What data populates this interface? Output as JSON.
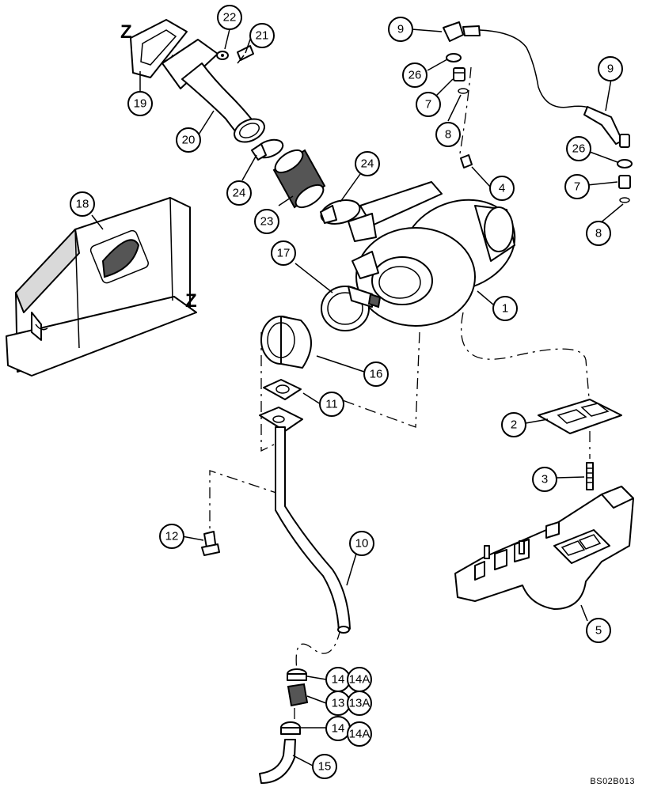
{
  "drawing_code": "BS02B013",
  "section_markers": [
    "Z",
    "Z"
  ],
  "callouts": [
    {
      "label": "1"
    },
    {
      "label": "2"
    },
    {
      "label": "3"
    },
    {
      "label": "4"
    },
    {
      "label": "5"
    },
    {
      "label": "7"
    },
    {
      "label": "7"
    },
    {
      "label": "8"
    },
    {
      "label": "8"
    },
    {
      "label": "9"
    },
    {
      "label": "9"
    },
    {
      "label": "10"
    },
    {
      "label": "11"
    },
    {
      "label": "12"
    },
    {
      "label": "13"
    },
    {
      "label": "13A"
    },
    {
      "label": "14"
    },
    {
      "label": "14A"
    },
    {
      "label": "14"
    },
    {
      "label": "14A"
    },
    {
      "label": "15"
    },
    {
      "label": "16"
    },
    {
      "label": "17"
    },
    {
      "label": "18"
    },
    {
      "label": "19"
    },
    {
      "label": "20"
    },
    {
      "label": "21"
    },
    {
      "label": "22"
    },
    {
      "label": "23"
    },
    {
      "label": "24"
    },
    {
      "label": "24"
    },
    {
      "label": "26"
    },
    {
      "label": "26"
    }
  ]
}
